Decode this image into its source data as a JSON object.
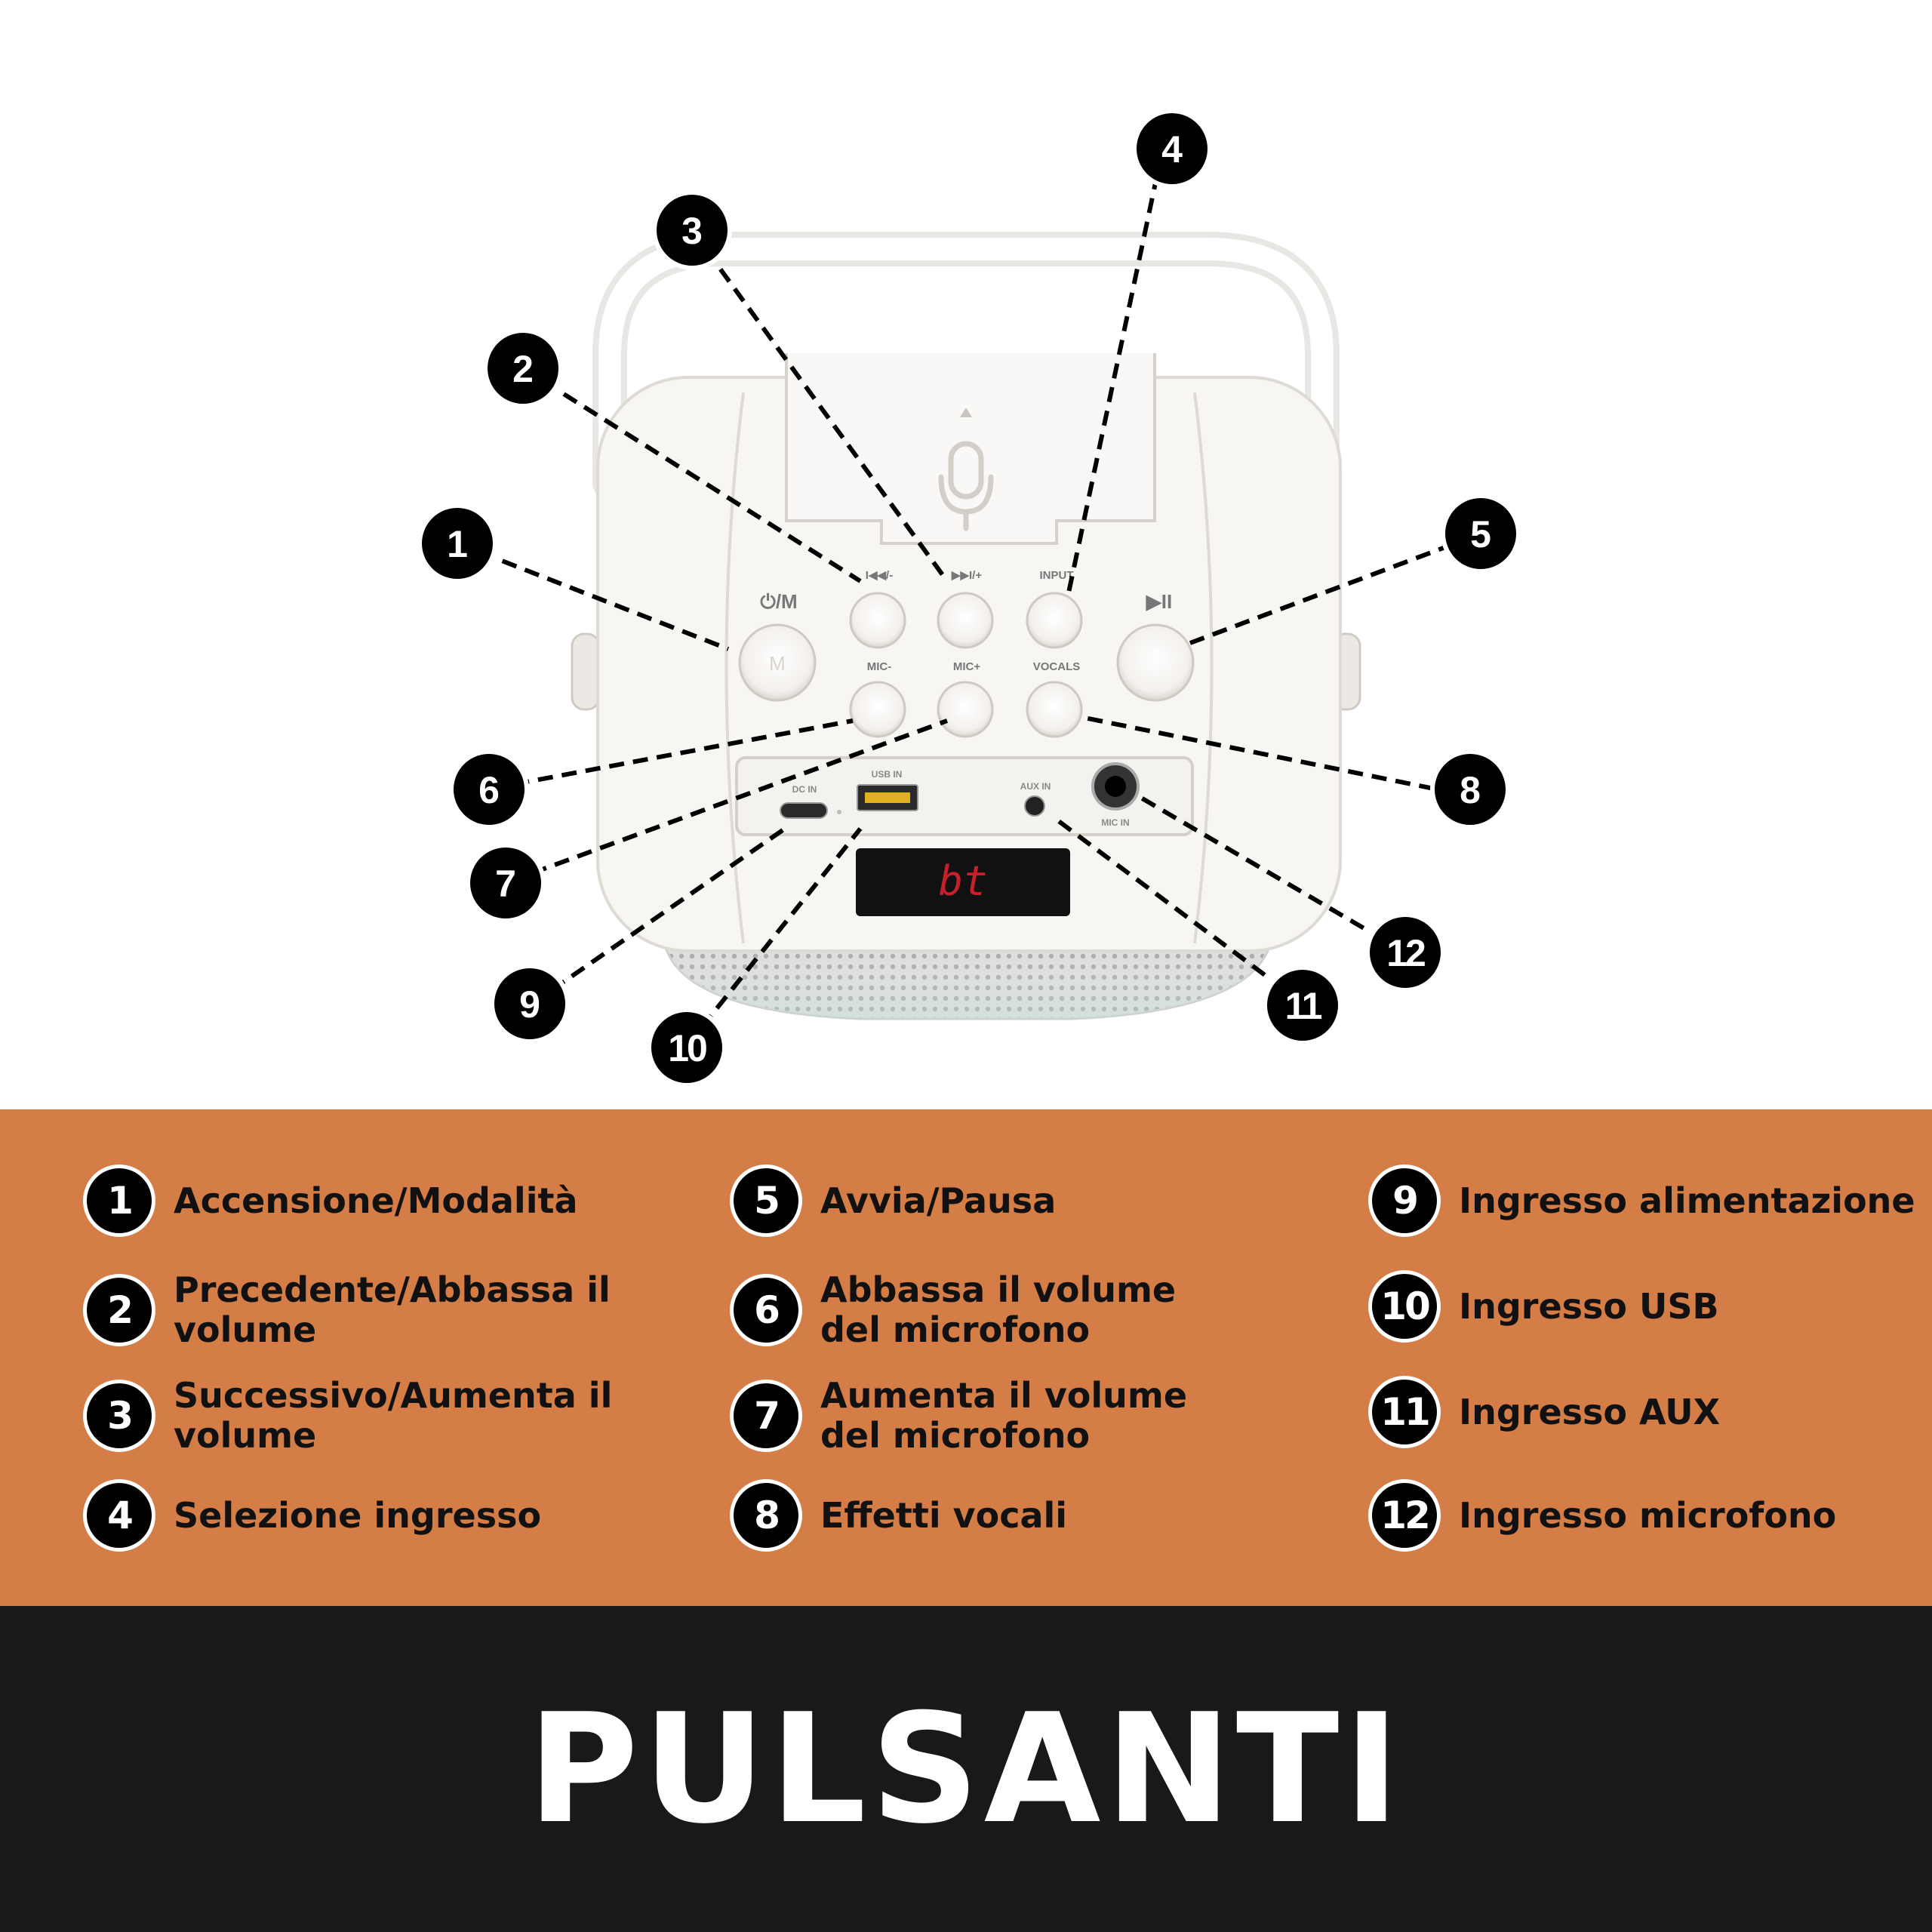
{
  "device": {
    "button_labels": {
      "power_mode": "⏻/M",
      "prev": "I◀◀/-",
      "next": "▶▶I/+",
      "input": "INPUT",
      "play_pause": "▶II",
      "mic_minus": "MIC-",
      "mic_plus": "MIC+",
      "vocals": "VOCALS"
    },
    "port_labels": {
      "dc_in": "DC IN",
      "usb_in": "USB IN",
      "aux_in": "AUX IN",
      "mic_in": "MIC IN"
    },
    "display_text": "bt",
    "power_button_glyph": "M"
  },
  "callouts": [
    "1",
    "2",
    "3",
    "4",
    "5",
    "6",
    "7",
    "8",
    "9",
    "10",
    "11",
    "12"
  ],
  "legend": [
    {
      "num": "1",
      "label": "Accensione/Modalità"
    },
    {
      "num": "2",
      "label": "Precedente/Abbassa il volume"
    },
    {
      "num": "3",
      "label": "Successivo/Aumenta il volume"
    },
    {
      "num": "4",
      "label": "Selezione ingresso"
    },
    {
      "num": "5",
      "label": "Avvia/Pausa"
    },
    {
      "num": "6",
      "label": "Abbassa il volume del microfono"
    },
    {
      "num": "7",
      "label": "Aumenta il volume del microfono"
    },
    {
      "num": "8",
      "label": "Effetti vocali"
    },
    {
      "num": "9",
      "label": "Ingresso alimentazione"
    },
    {
      "num": "10",
      "label": "Ingresso USB"
    },
    {
      "num": "11",
      "label": "Ingresso AUX"
    },
    {
      "num": "12",
      "label": "Ingresso microfono"
    }
  ],
  "title": "PULSANTI",
  "colors": {
    "legend_background": "#d47d47",
    "title_background": "#1a1818",
    "badge": "#000000",
    "display_digits": "#c8202a"
  }
}
